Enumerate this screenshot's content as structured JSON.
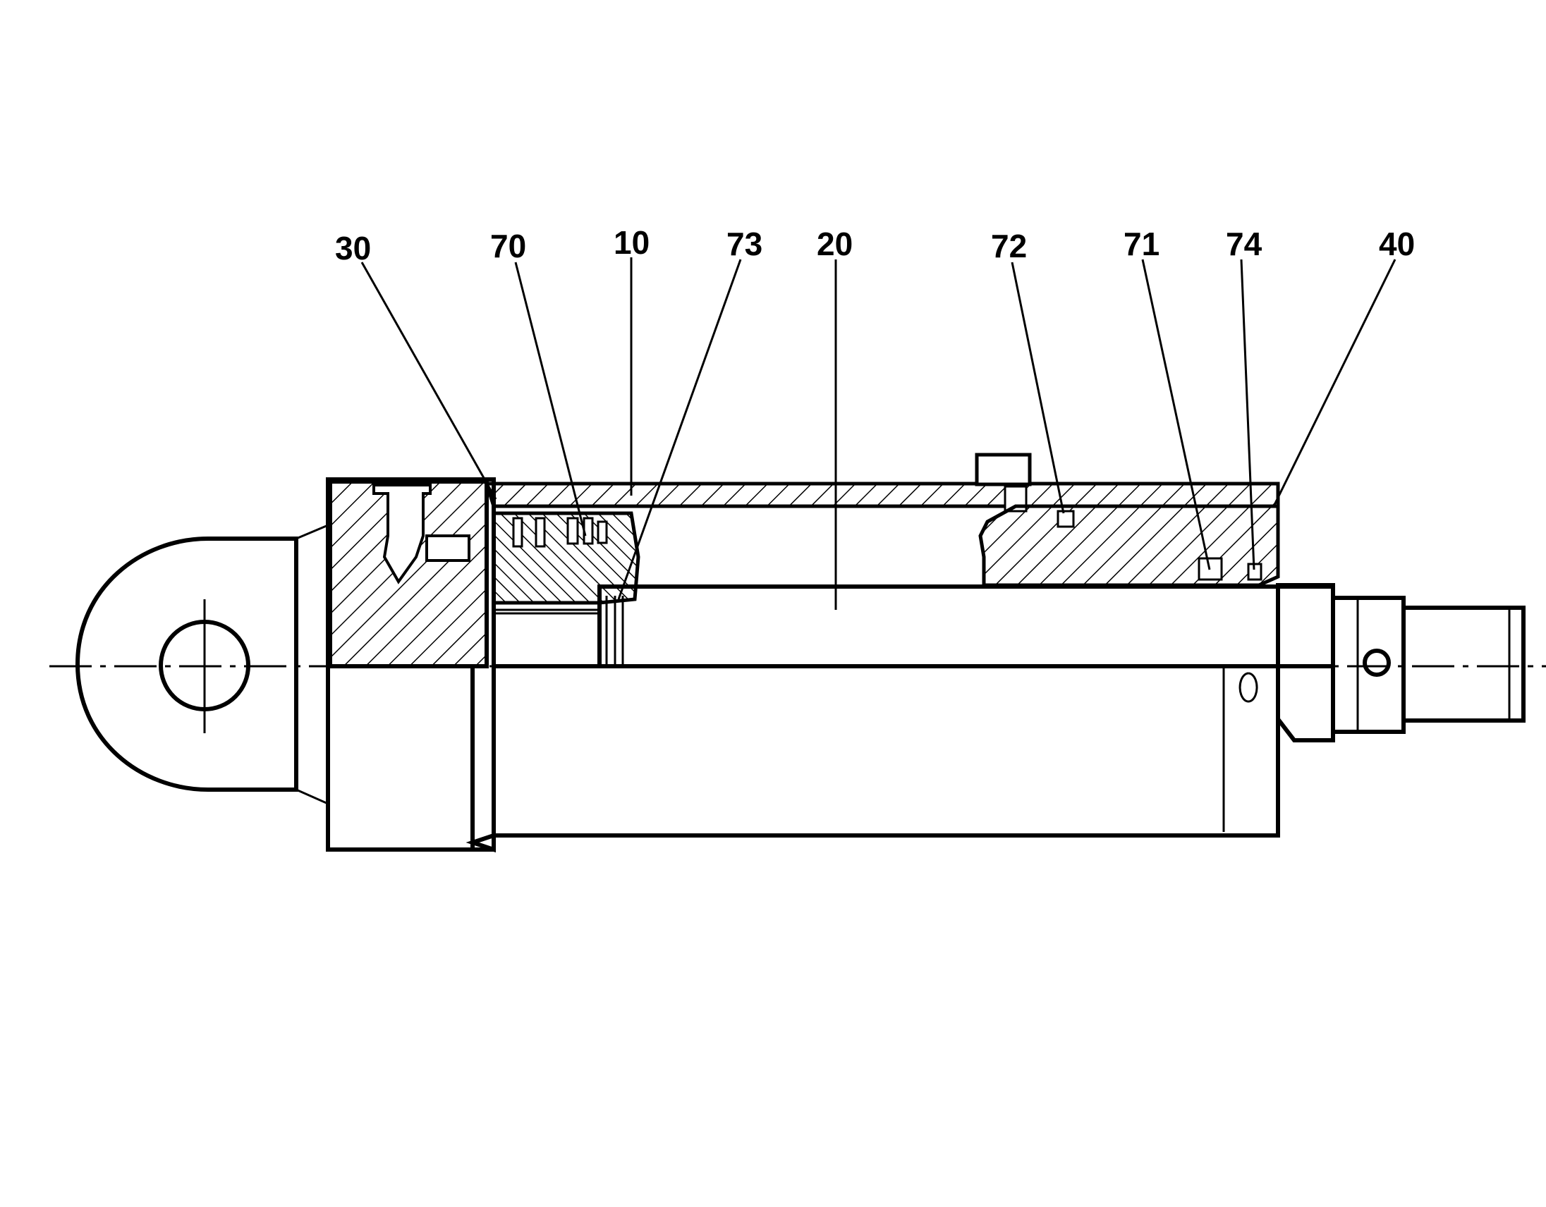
{
  "labels": {
    "l30": "30",
    "l70": "70",
    "l10": "10",
    "l73": "73",
    "l20": "20",
    "l72": "72",
    "l71": "71",
    "l74": "74",
    "l40": "40"
  }
}
